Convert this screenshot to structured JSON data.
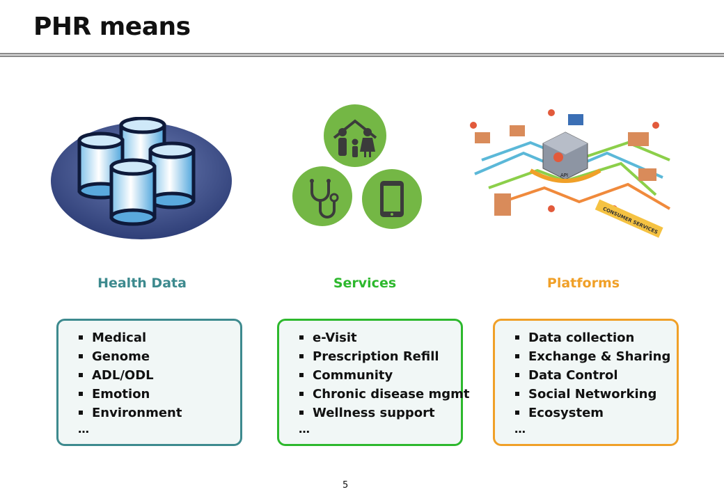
{
  "slide": {
    "title": "PHR means",
    "page_number": "5"
  },
  "columns": [
    {
      "heading": "Health Data",
      "color": "#3d8a8e",
      "illustration": "database-cylinders",
      "items": [
        "Medical",
        "Genome",
        "ADL/ODL",
        "Emotion",
        "Environment"
      ],
      "ellipsis": "…"
    },
    {
      "heading": "Services",
      "color": "#2db82d",
      "illustration": "service-icons",
      "items": [
        "e-Visit",
        "Prescription Refill",
        "Community",
        "Chronic disease mgmt",
        "Wellness support"
      ],
      "ellipsis": "…"
    },
    {
      "heading": "Platforms",
      "color": "#f0a028",
      "illustration": "platform-ecosystem",
      "items": [
        "Data collection",
        "Exchange & Sharing",
        "Data Control",
        "Social Networking",
        "Ecosystem"
      ],
      "ellipsis": "…",
      "illustration_labels": {
        "api": "API",
        "consumer_services": "CONSUMER SERVICES"
      }
    }
  ]
}
